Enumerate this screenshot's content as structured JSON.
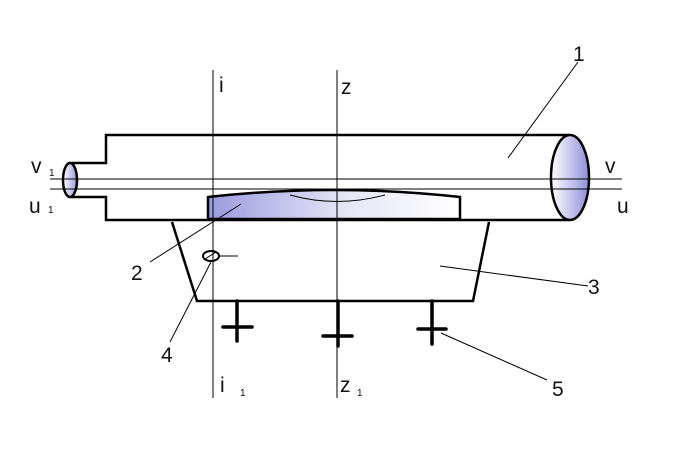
{
  "diagram": {
    "callouts": {
      "c1": "1",
      "c2": "2",
      "c3": "3",
      "c4": "4",
      "c5": "5"
    },
    "section_lines": {
      "i_top": "i",
      "i_bottom": "i",
      "i_bottom_sub": "1",
      "z_top": "z",
      "z_bottom": "z",
      "z_bottom_sub": "1"
    },
    "axis_lines": {
      "v_left": "v",
      "v_left_sub": "1",
      "u_left": "u",
      "u_left_sub": "1",
      "v_right": "v",
      "u_right": "u"
    },
    "colors": {
      "line": "#000000",
      "fill_light": "#e8e8f8",
      "fill_blue": "#9a9ae0"
    }
  }
}
